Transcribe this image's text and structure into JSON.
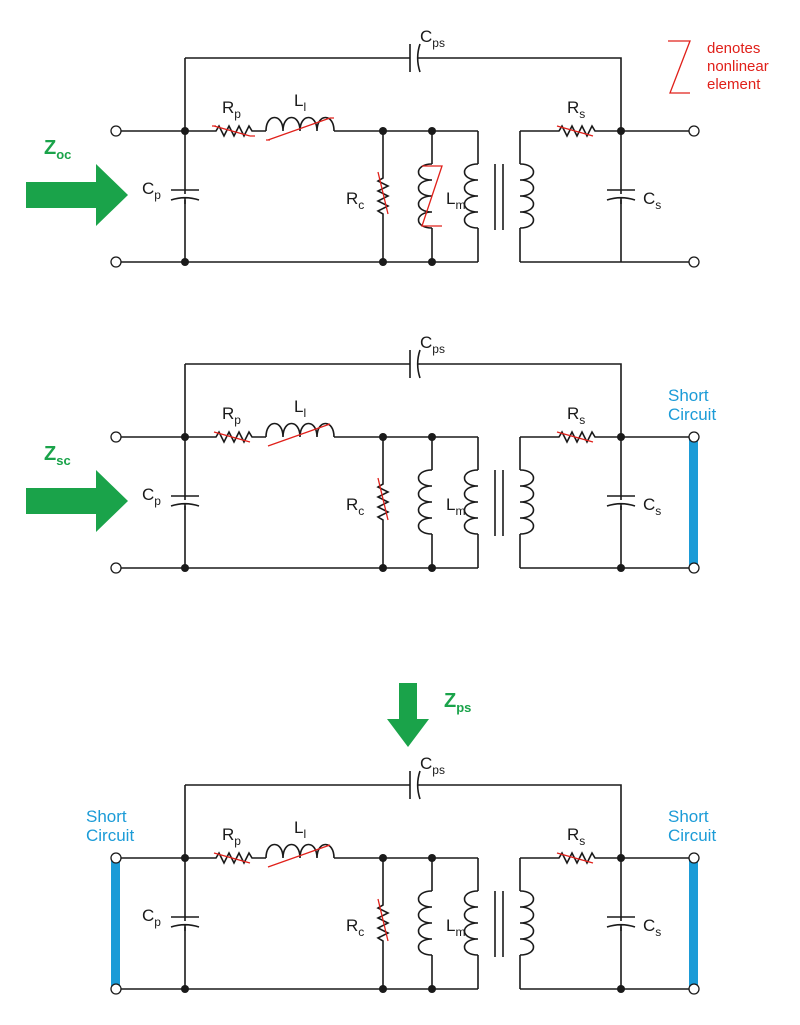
{
  "legend": {
    "line1": "denotes",
    "line2": "nonlinear",
    "line3": "element"
  },
  "labels": {
    "cps_main": "C",
    "cps_sub": "ps",
    "rp_main": "R",
    "rp_sub": "p",
    "ll_main": "L",
    "ll_sub": "l",
    "rs_main": "R",
    "rs_sub": "s",
    "cp_main": "C",
    "cp_sub": "p",
    "rc_main": "R",
    "rc_sub": "c",
    "lm_main": "L",
    "lm_sub": "m",
    "cs_main": "C",
    "cs_sub": "s"
  },
  "circuit1": {
    "z_main": "Z",
    "z_sub": "oc"
  },
  "circuit2": {
    "z_main": "Z",
    "z_sub": "sc",
    "short_line1": "Short",
    "short_line2": "Circuit"
  },
  "circuit3": {
    "z_main": "Z",
    "z_sub": "ps",
    "left_short_line1": "Short",
    "left_short_line2": "Circuit",
    "right_short_line1": "Short",
    "right_short_line2": "Circuit"
  },
  "colors": {
    "impedance_arrow": "#1aa34a",
    "short_circuit": "#1b9bd7",
    "nonlinear": "#e0201a"
  }
}
